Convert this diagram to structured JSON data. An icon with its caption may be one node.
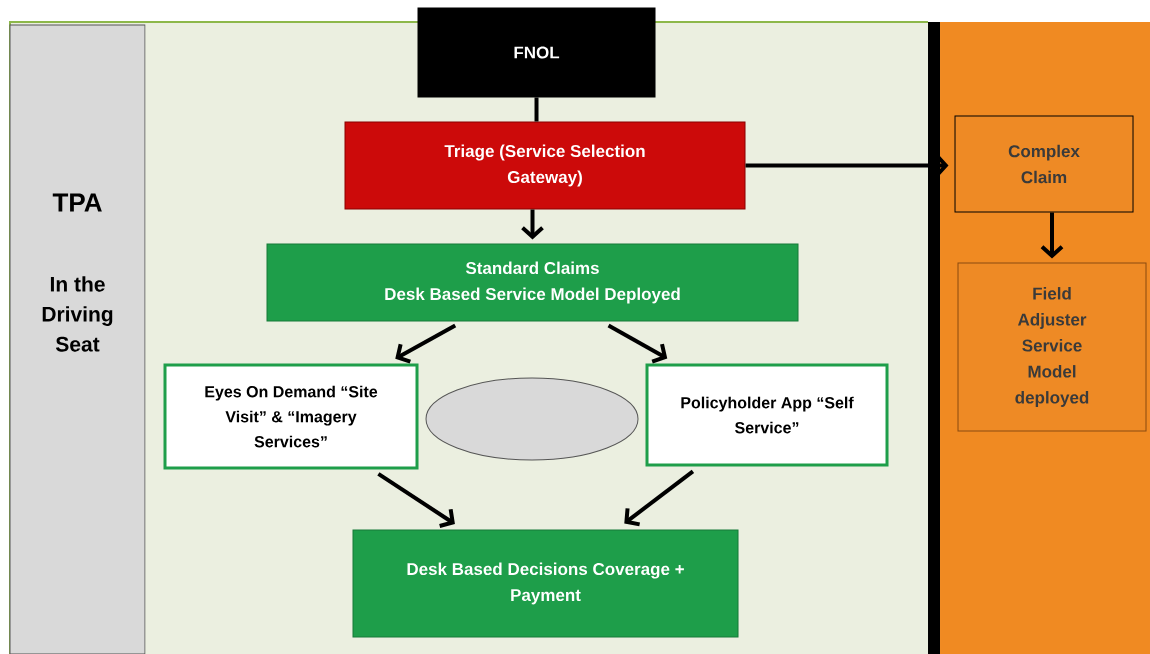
{
  "diagram": {
    "nodes": [
      {
        "text": [
          "FNOL"
        ]
      },
      {
        "text": [
          "TPA",
          "In the Driving Seat"
        ]
      },
      {
        "text": [
          "Triage (Service Selection Gateway)"
        ]
      },
      {
        "text": [
          "Complex Claim"
        ]
      },
      {
        "text": [
          "Standard Claims",
          "Desk Based Service Model Deployed"
        ]
      },
      {
        "text": [
          "Field Adjuster Service Model deployed"
        ]
      },
      {
        "text": [
          "Eyes On Demand “Site Visit” & “Imagery Services”"
        ]
      },
      {
        "text": [],
        "shape": "ellipse"
      },
      {
        "text": [
          "Policyholder App “Self Service”"
        ]
      },
      {
        "text": [
          "Desk Based Decisions Coverage + Payment"
        ]
      }
    ],
    "edges": [
      {
        "from": 0,
        "to": 2,
        "arrow": "none"
      },
      {
        "from": 2,
        "to": 3,
        "arrow": "to"
      },
      {
        "from": 2,
        "to": 4,
        "arrow": "to"
      },
      {
        "from": 3,
        "to": 5,
        "arrow": "to"
      },
      {
        "from": 4,
        "to": 6,
        "arrow": "to"
      },
      {
        "from": 4,
        "to": 8,
        "arrow": "to"
      },
      {
        "from": 6,
        "to": 9,
        "arrow": "to"
      },
      {
        "from": 8,
        "to": 9,
        "arrow": "to"
      }
    ]
  }
}
